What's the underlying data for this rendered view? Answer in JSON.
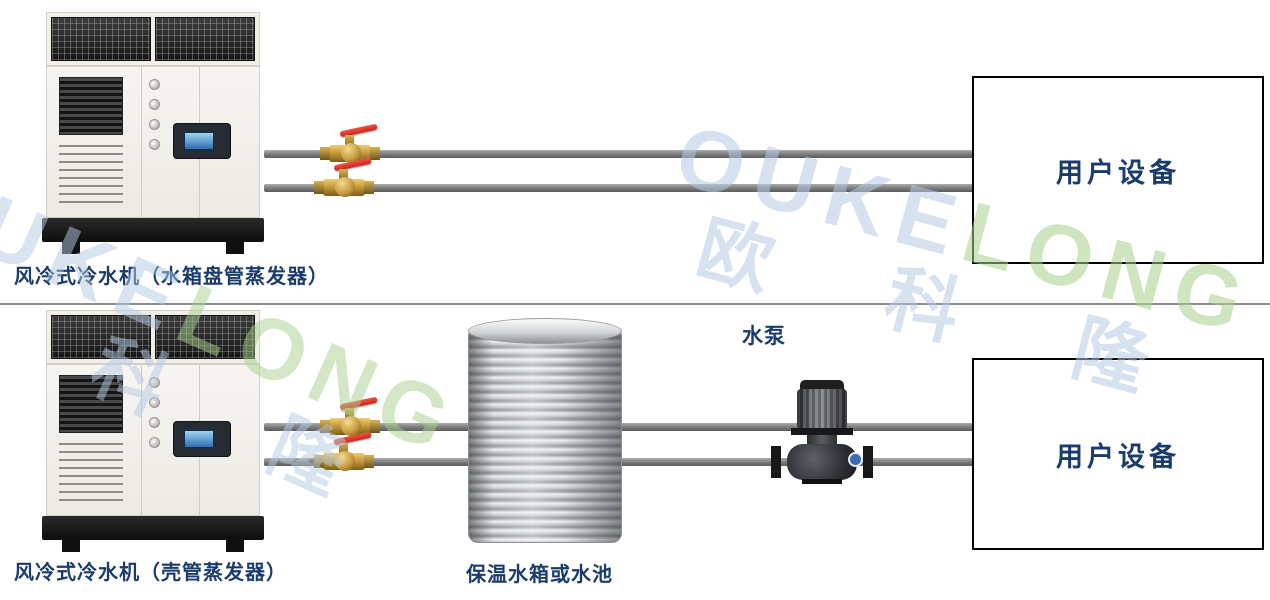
{
  "colors": {
    "label_blue": "#1a3b6e",
    "pipe_gray": "#7a7a7a",
    "watermark_blue": "#b5cbe5",
    "watermark_green": "#a9d18e",
    "brass_gold": "#c89b3c",
    "valve_handle_red": "#cf2317",
    "divider_gray": "#8c8c8c",
    "box_border": "#000000"
  },
  "top_section": {
    "chiller_label": "风冷式冷水机（水箱盘管蒸发器）",
    "user_box_label": "用户设备"
  },
  "bottom_section": {
    "chiller_label": "风冷式冷水机（壳管蒸发器）",
    "tank_label": "保温水箱或水池",
    "pump_label": "水泵",
    "user_box_label": "用户设备"
  },
  "watermark": {
    "latin_part1": "OUKE",
    "latin_part2": "LONG",
    "cjk_chars": "欧科隆"
  }
}
